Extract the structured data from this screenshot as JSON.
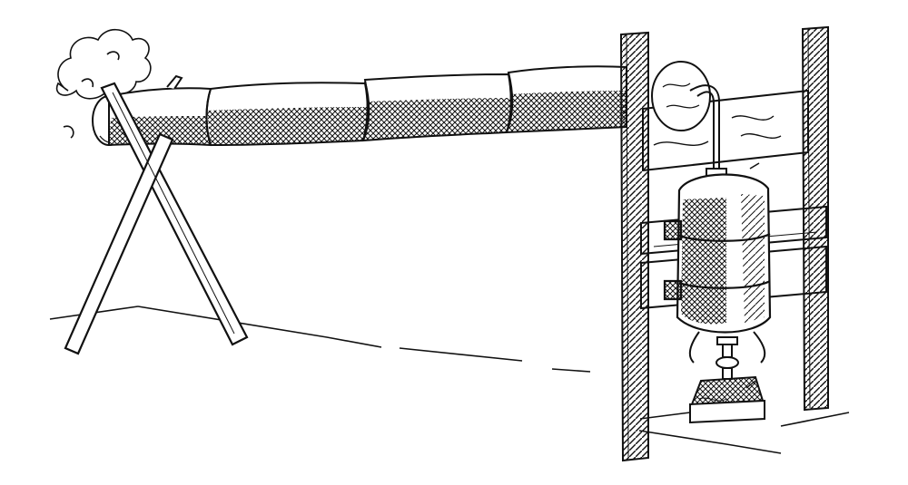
{
  "illustration": {
    "style": "black-ink-line-drawing",
    "colors": {
      "ink": "#111111",
      "paper": "#ffffff"
    },
    "objects": [
      "smoke-puff",
      "wrapped-horizontal-pipe",
      "x-shaped-sawhorse-stand",
      "vertical-wooden-posts",
      "horizontal-wooden-boards",
      "cylindrical-tank",
      "tank-top-tube",
      "pipe-end-cap",
      "burner-stove",
      "floor-lines"
    ]
  }
}
